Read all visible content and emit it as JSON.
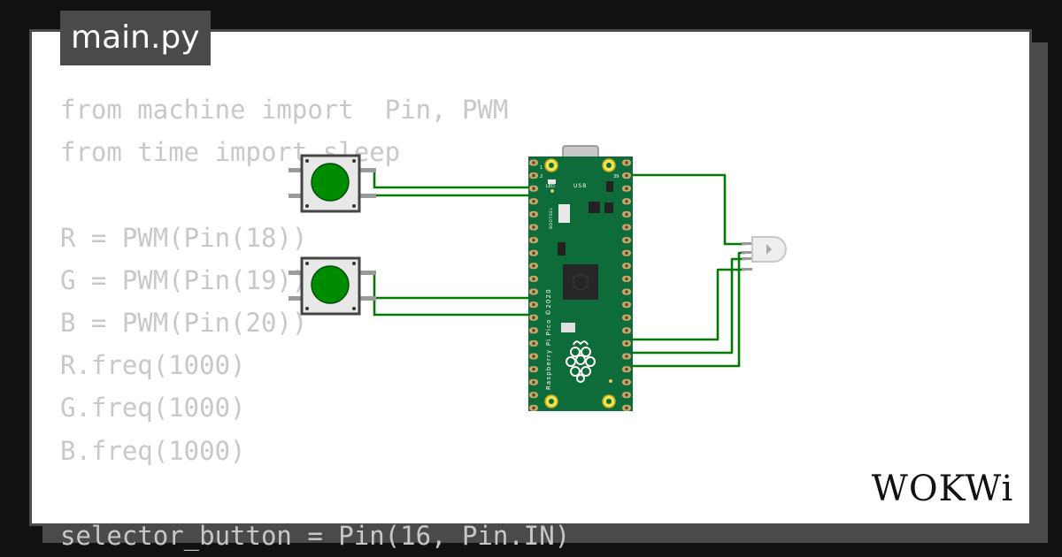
{
  "editor": {
    "filename": "main.py",
    "code_lines": [
      "from machine import  Pin, PWM",
      "from time import sleep",
      "",
      "R = PWM(Pin(18))",
      "G = PWM(Pin(19))",
      "B = PWM(Pin(20))",
      "R.freq(1000)",
      "G.freq(1000)",
      "B.freq(1000)",
      "",
      "selector_button = Pin(16, Pin.IN)"
    ]
  },
  "board": {
    "usb_label": "USB",
    "led_label": "LED",
    "bootsel_label": "BOOTSEL",
    "pin1_label": "1",
    "pin2_label": "2",
    "pin39_label": "39",
    "name_label": "Raspberry Pi Pico ©2020"
  },
  "brand": {
    "logo_text": "WOKWi"
  },
  "colors": {
    "page_bg": "#111111",
    "frame": "#4a4a4a",
    "code_text": "#c8c8c8",
    "wire": "#007a00",
    "board": "#0e6b3a",
    "button_cap": "#008c00"
  }
}
